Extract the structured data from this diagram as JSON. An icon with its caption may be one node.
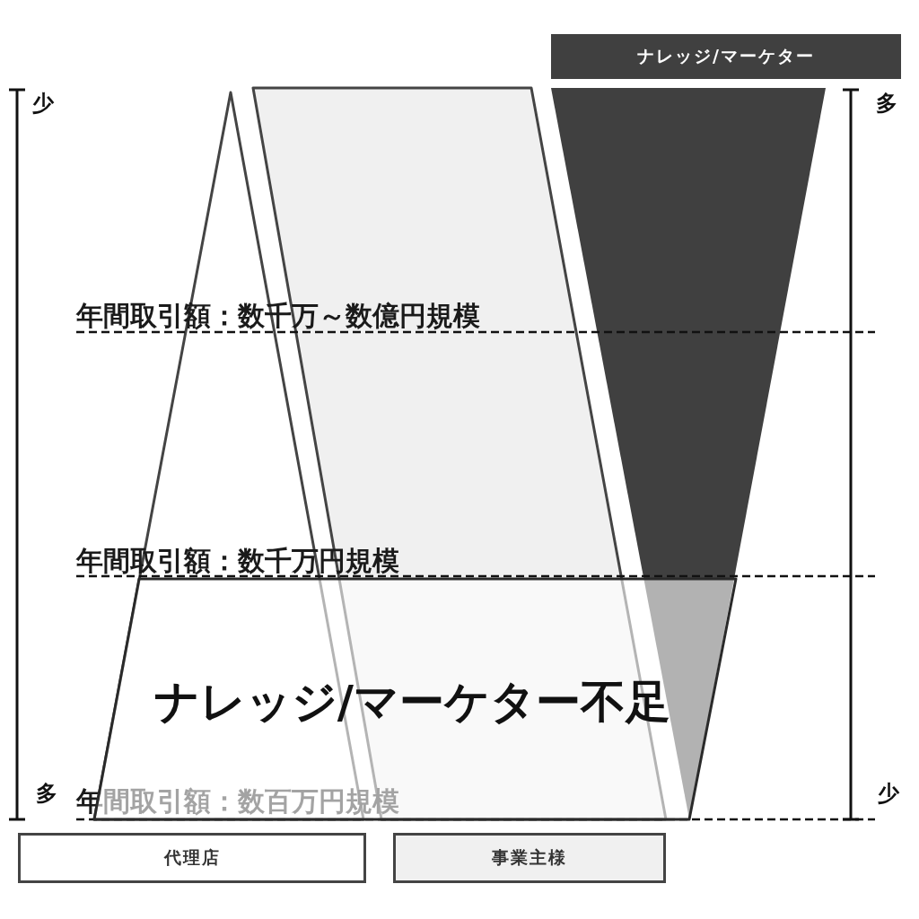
{
  "diagram": {
    "nodes": [
      {
        "text": [
          "ナレッジ/マーケター"
        ]
      },
      {
        "text": [],
        "shape": "triangle"
      },
      {
        "text": [],
        "shape": "parallelogram"
      },
      {
        "text": [],
        "shape": "triangle"
      },
      {
        "text": [
          "ナレッジ/マーケター不足"
        ]
      },
      {
        "text": [
          "代理店"
        ]
      },
      {
        "text": [
          "事業主様"
        ]
      }
    ],
    "labels": [
      "少",
      "多",
      "年間取引額：数千万～数億円規模",
      "年間取引額：数千万円規模",
      "多",
      "年間取引額：数百万円規模",
      "少"
    ]
  }
}
